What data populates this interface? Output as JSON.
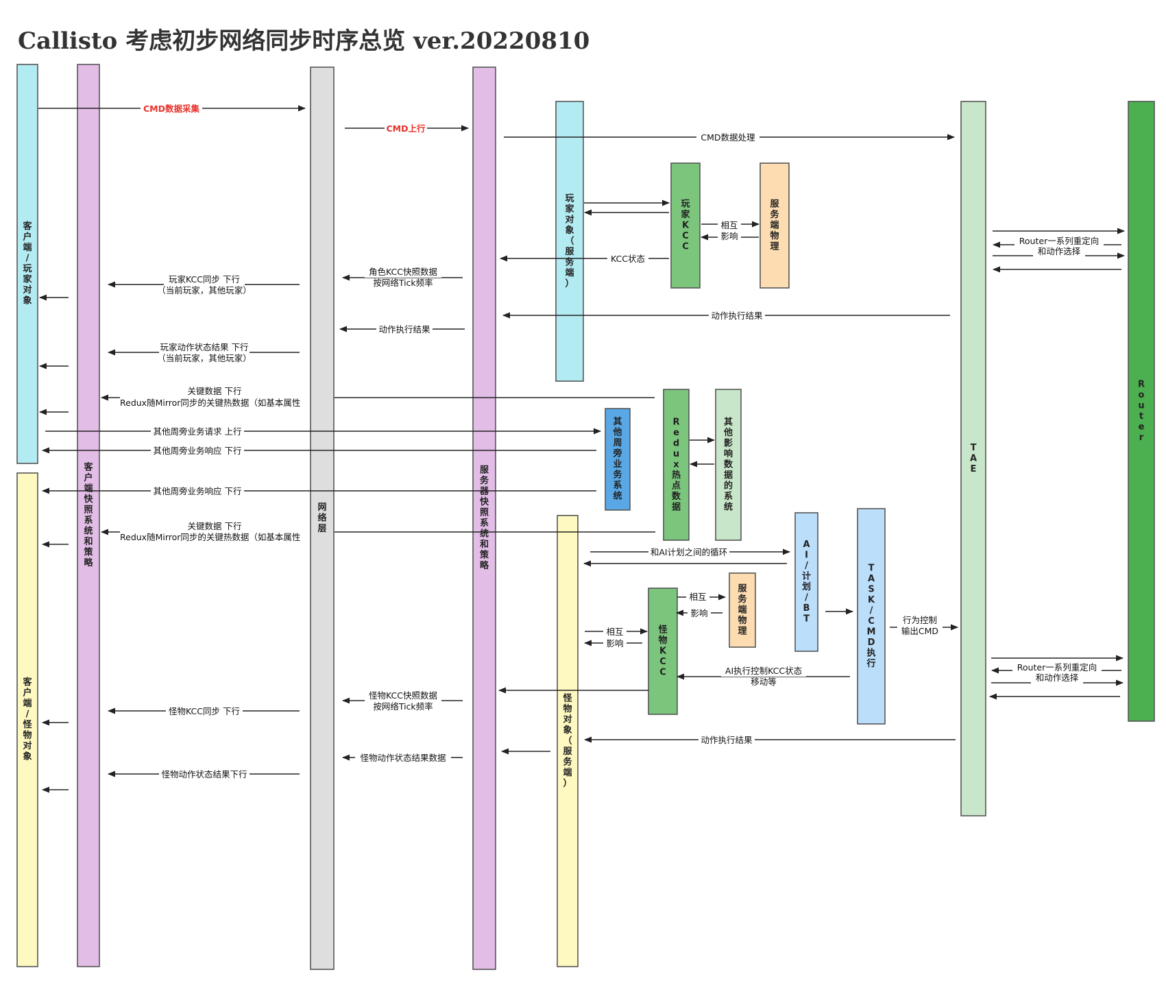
{
  "title": "Callisto 考虑初步网络同步时序总览 ver.20220810",
  "colors": {
    "cyan": "#b3ebf2",
    "purple": "#e2bde6",
    "gray": "#dedede",
    "yellow": "#fef9c0",
    "green": "#7cc57d",
    "orange": "#fcdcb0",
    "blue": "#59a8e5",
    "light_green": "#c8e6c9",
    "dark_green": "#4caf50",
    "light_blue": "#bbdefb",
    "line": "#222222",
    "red": "#e8312a"
  },
  "lanes": {
    "client_player": "客户端/玩家对象",
    "client_monster": "客户端/怪物对象",
    "client_snapshot": "客户端快照系统 和 策略",
    "network": "网络层",
    "server_snapshot": "服务器快照系统 和 策略",
    "player_server": "玩家对象（服务端）",
    "player_kcc": "玩家KCC",
    "server_physics_1": "服务端物理",
    "other_business": "其他周旁业务系统",
    "redux_hot": "Redux热点数据",
    "other_affect": "其他影响数据的系统",
    "monster_server": "怪物对象（服务端）",
    "monster_kcc": "怪物KCC",
    "server_physics_2": "服务端物理",
    "ai_plan": "AI/计划/BT",
    "task_cmd": "TASK/CMD执行",
    "tae": "TAE",
    "router": "Router"
  },
  "messages": {
    "cmd_collect": "CMD数据采集",
    "cmd_up": "CMD上行",
    "cmd_process": "CMD数据处理",
    "mutual_1a": "相互",
    "mutual_1b": "影响",
    "kcc_state": "KCC状态",
    "router_1a": "Router一系列重定向",
    "router_1b": "和动作选择",
    "role_kcc_a": "角色KCC快照数据",
    "role_kcc_b": "按网络Tick频率",
    "player_kcc_sync_a": "玩家KCC同步 下行",
    "player_kcc_sync_b": "（当前玩家，其他玩家）",
    "action_result_1": "动作执行结果",
    "action_result_2": "动作执行结果",
    "player_action_state_a": "玩家动作状态结果 下行",
    "player_action_state_b": "（当前玩家，其他玩家）",
    "key_data_1a": "关键数据 下行",
    "key_data_1b": "Redux随Mirror同步的关键热数据（如基本属性",
    "other_request": "其他周旁业务请求 上行",
    "other_response_1": "其他周旁业务响应 下行",
    "other_response_2": "其他周旁业务响应 下行",
    "key_data_2a": "关键数据 下行",
    "key_data_2b": "Redux随Mirror同步的关键热数据（如基本属性",
    "ai_loop": "和AI计划之间的循环",
    "mutual_2a": "相互",
    "mutual_2b": "影响",
    "mutual_3a": "相互",
    "mutual_3b": "影响",
    "behavior_a": "行为控制",
    "behavior_b": "输出CMD",
    "ai_kcc_a": "AI执行控制KCC状态",
    "ai_kcc_b": "移动等",
    "router_2a": "Router一系列重定向",
    "router_2b": "和动作选择",
    "monster_kcc_snap_a": "怪物KCC快照数据",
    "monster_kcc_snap_b": "按网络Tick频率",
    "monster_kcc_sync": "怪物KCC同步 下行",
    "action_result_3": "动作执行结果",
    "monster_action_state_data": "怪物动作状态结果数据",
    "monster_action_state_down": "怪物动作状态结果下行"
  }
}
